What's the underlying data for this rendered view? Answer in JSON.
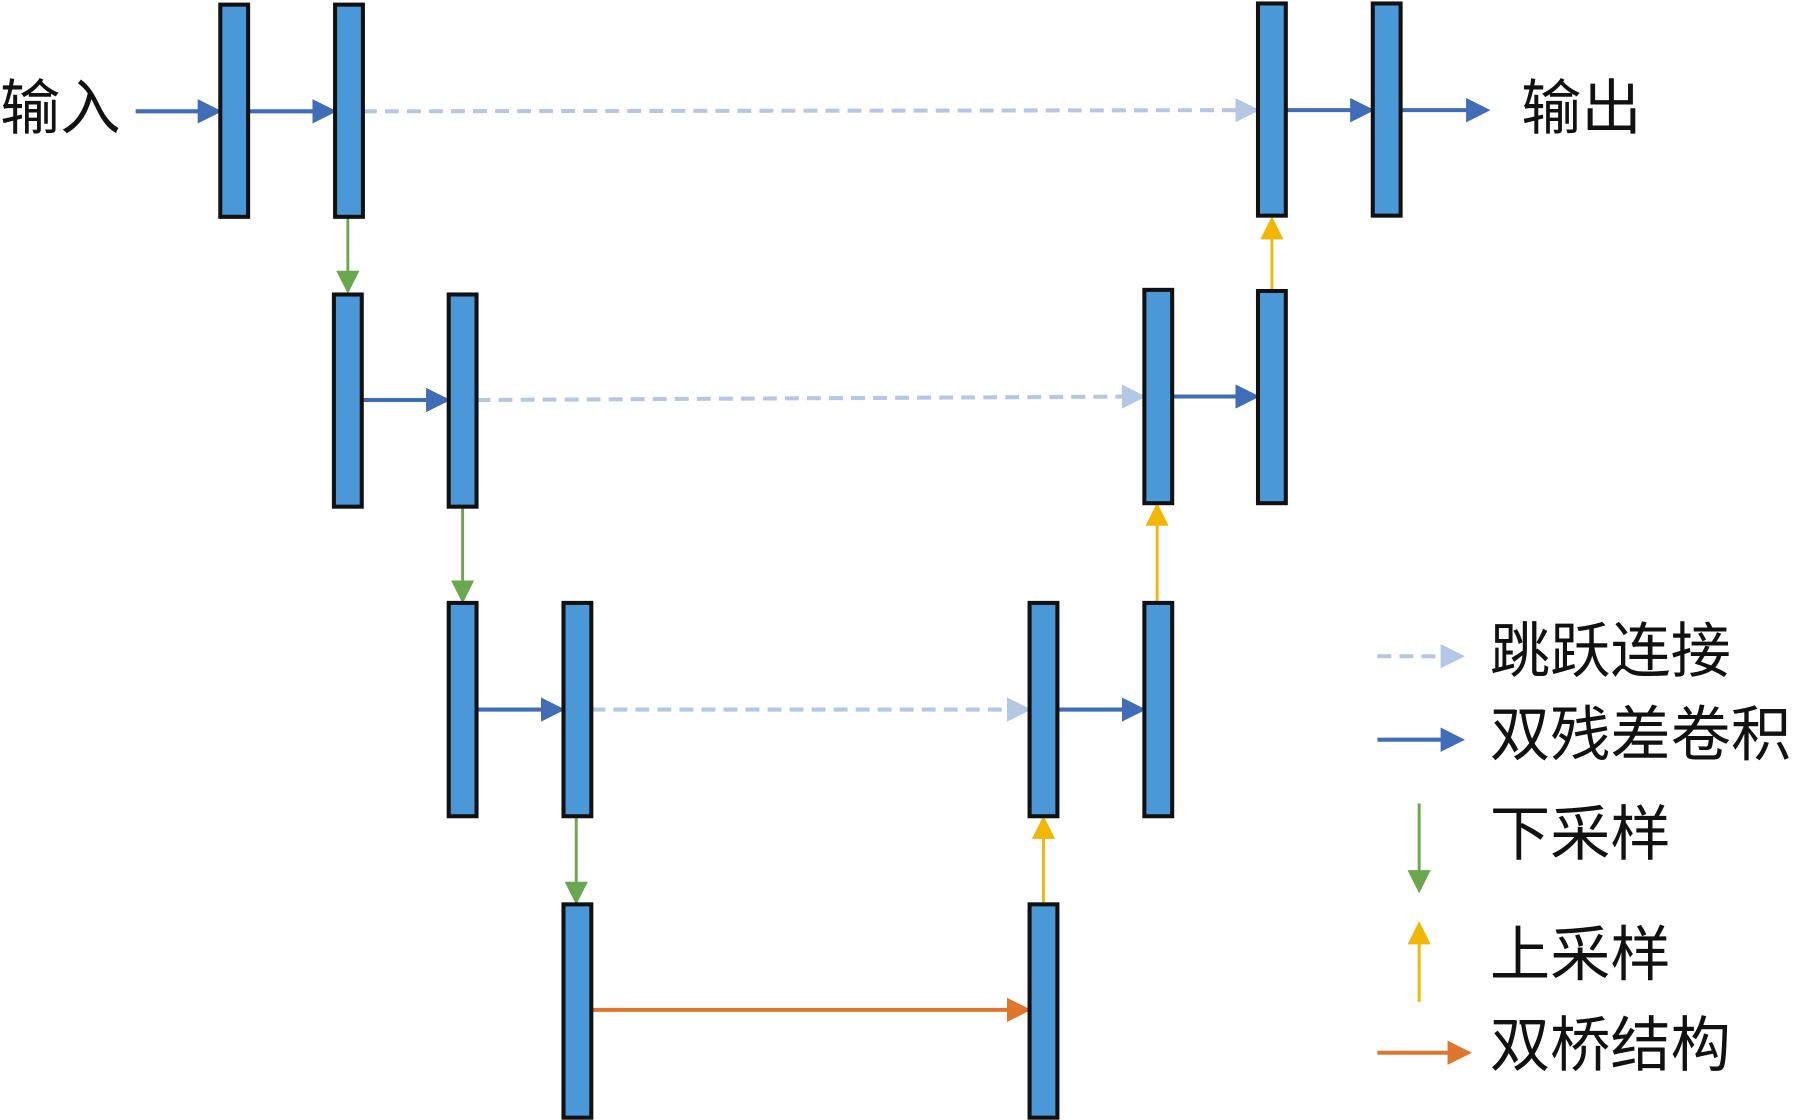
{
  "labels": {
    "input": "输入",
    "output": "输出"
  },
  "legend": {
    "skip": "跳跃连接",
    "dual_residual_conv": "双残差卷积",
    "downsample": "下采样",
    "upsample": "上采样",
    "dual_bridge": "双桥结构"
  },
  "colors": {
    "block_fill": "#4b98d8",
    "conv_arrow": "#3f6db7",
    "skip_arrow": "#b4c8e6",
    "down_arrow": "#6aa84f",
    "up_arrow": "#f2b705",
    "bridge_arrow": "#e0752d"
  }
}
